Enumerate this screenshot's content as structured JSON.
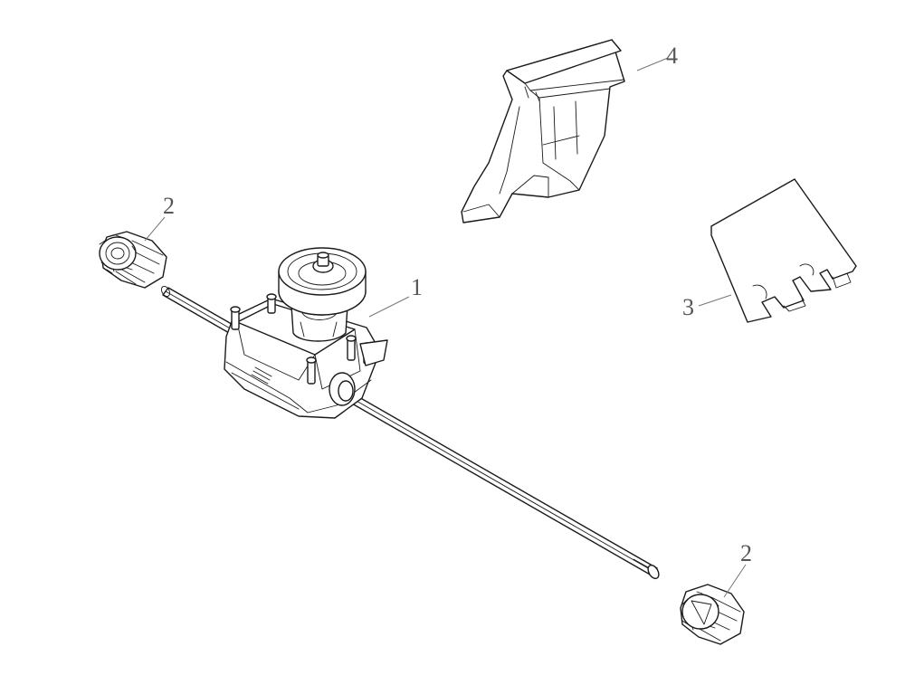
{
  "diagram": {
    "callouts": {
      "gearbox": "1",
      "wheel_gear_left": "2",
      "wheel_gear_right": "2",
      "cover_plate": "3",
      "bracket": "4"
    },
    "colors": {
      "line": "#1a1a1a",
      "callout_text": "#555555",
      "background": "#ffffff"
    }
  }
}
